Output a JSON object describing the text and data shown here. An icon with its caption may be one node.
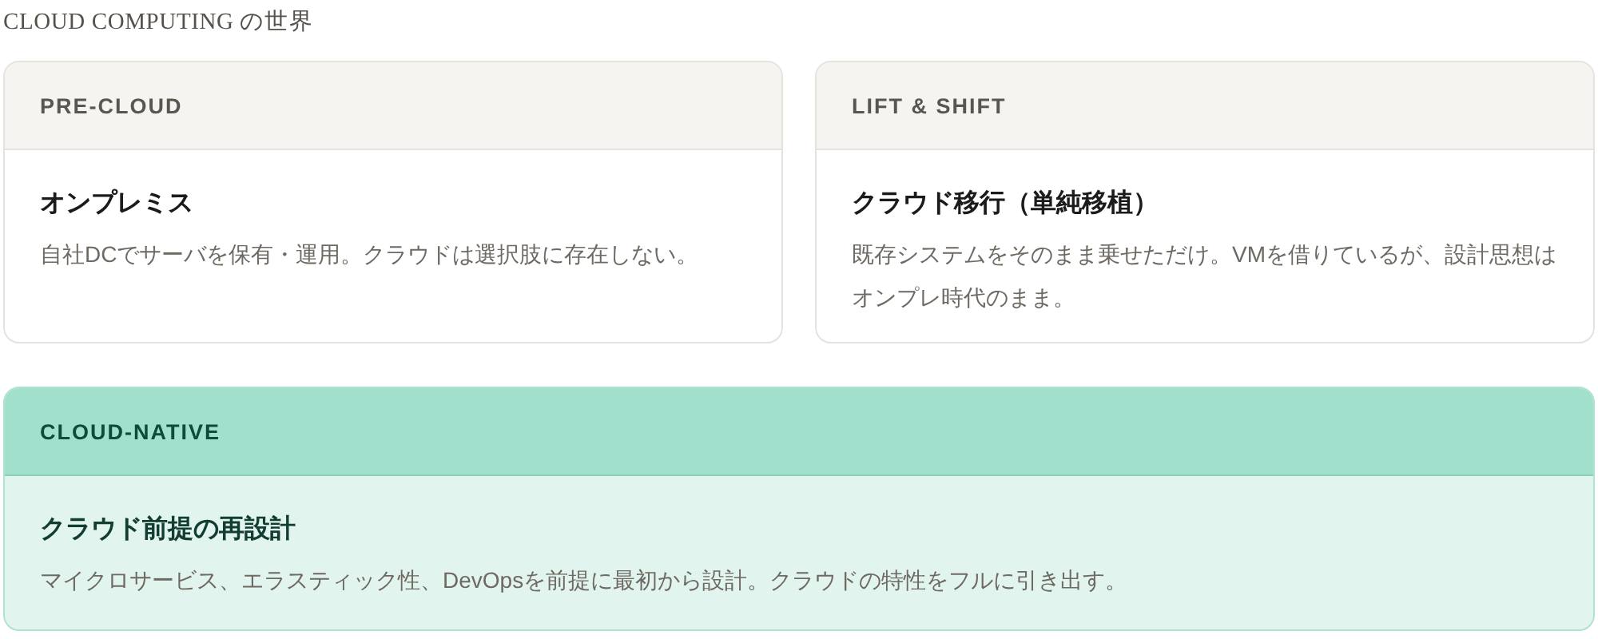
{
  "diagram": {
    "title": "CLOUD COMPUTING の世界",
    "nodes": [
      {
        "text": [
          "PRE-CLOUD",
          "オンプレミス",
          "自社DCでサーバを保有・運用。クラウドは選択肢に存在しない。"
        ]
      },
      {
        "text": [
          "LIFT & SHIFT",
          "クラウド移行（単純移植）",
          "既存システムをそのまま乗せただけ。VMを借りているが、設計思想はオンプレ時代のまま。"
        ]
      },
      {
        "text": [
          "CLOUD-NATIVE",
          "クラウド前提の再設計",
          "マイクロサービス、エラスティック性、DevOpsを前提に最初から設計。クラウドの特性をフルに引き出す。"
        ]
      }
    ]
  }
}
